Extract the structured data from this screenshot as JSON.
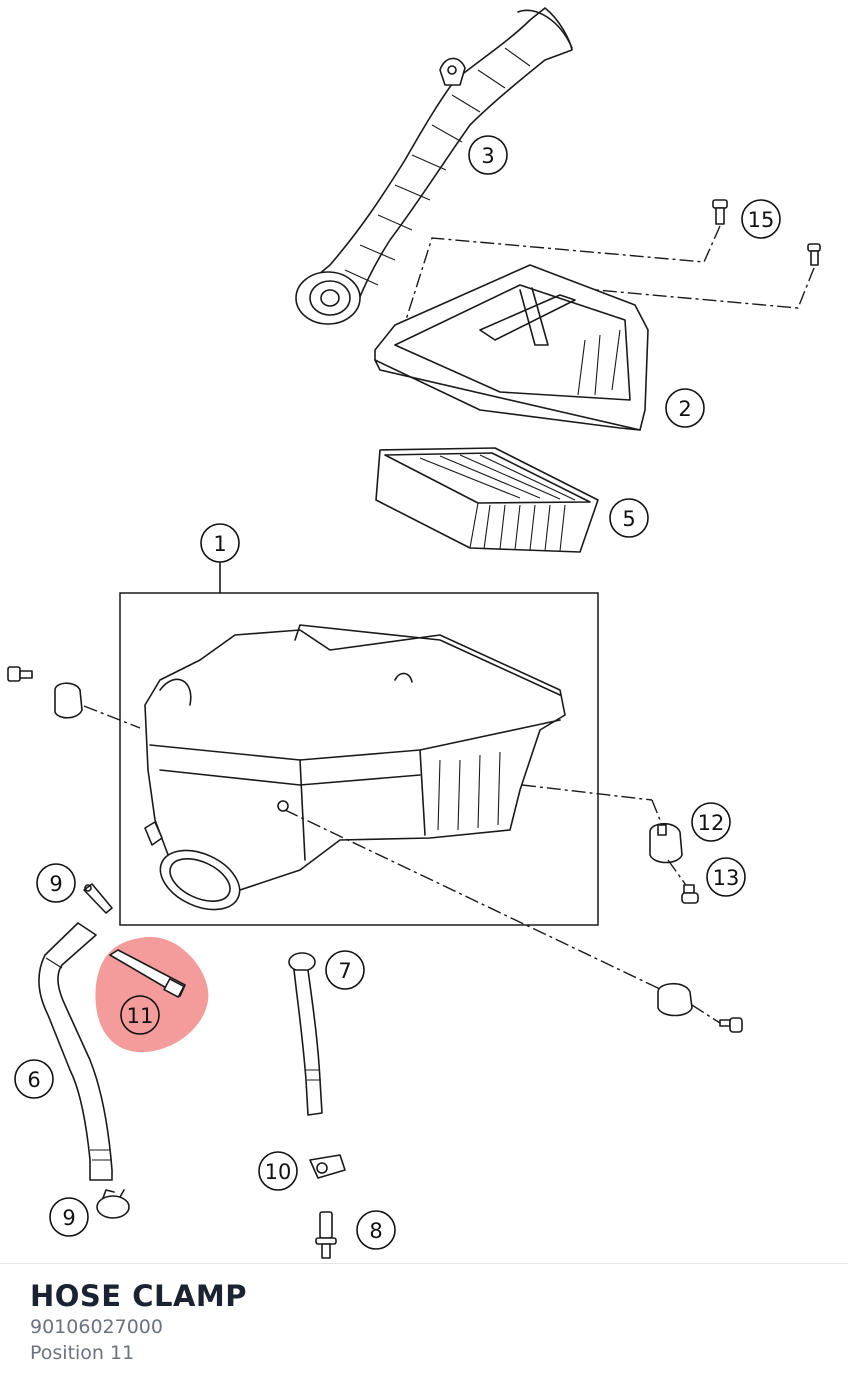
{
  "diagram": {
    "callouts": [
      "1",
      "2",
      "3",
      "5",
      "6",
      "7",
      "8",
      "9",
      "9",
      "10",
      "11",
      "12",
      "13",
      "15"
    ],
    "highlight_color": "#f28b8b"
  },
  "part": {
    "name": "HOSE CLAMP",
    "number": "90106027000",
    "position": "Position 11"
  }
}
